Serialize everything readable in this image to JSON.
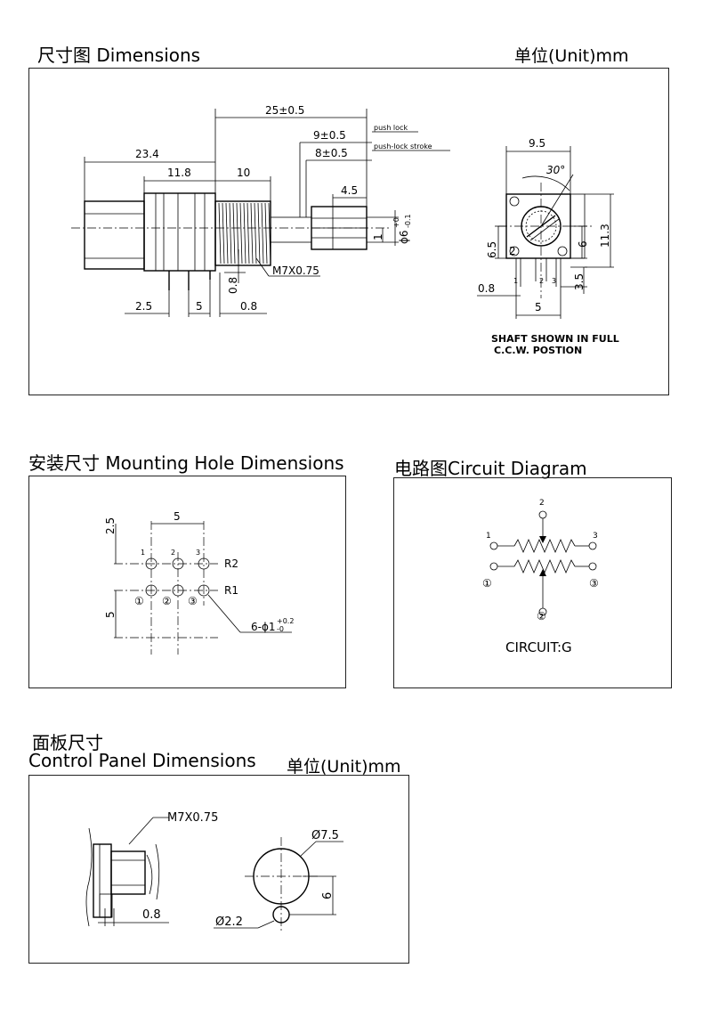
{
  "dimensions": {
    "title": "尺寸图 Dimensions",
    "unit": "单位(Unit)mm",
    "labels": {
      "d25": "25±0.5",
      "push_lock": "push lock",
      "d9": "9±0.5",
      "push_lock_stroke": "push-lock stroke",
      "d8": "8±0.5",
      "d23_4": "23.4",
      "d11_8": "11.8",
      "d10": "10",
      "d4_5": "4.5",
      "d1": "1",
      "shaft_dia": "ϕ6",
      "shaft_tol_upper": "+0",
      "shaft_tol_lower": "-0.1",
      "thread": "M7X0.75",
      "d0_8_vert": "0.8",
      "d2_5": "2.5",
      "d5": "5",
      "d0_8": "0.8"
    },
    "side": {
      "d9_5": "9.5",
      "angle": "30°",
      "d6_5": "6.5",
      "d11_3": "11.3",
      "d6": "6",
      "pin2": "2",
      "pin1": "1",
      "pin2b": "2",
      "pin3": "3",
      "d3_5": "3.5",
      "d0_8": "0.8",
      "d5": "5",
      "note_line1": "SHAFT SHOWN IN FULL",
      "note_line2": "C.C.W. POSTION"
    }
  },
  "mounting": {
    "title": "安装尺寸  Mounting Hole Dimensions",
    "labels": {
      "d5_top": "5",
      "d2_5": "2.5",
      "h1": "1",
      "h2": "2",
      "h3": "3",
      "r2": "R2",
      "r1": "R1",
      "c1": "①",
      "c2": "②",
      "c3": "③",
      "d5_left": "5",
      "holes": "6-ϕ1",
      "hole_tol_upper": "+0.2",
      "hole_tol_lower": "-0"
    }
  },
  "circuit": {
    "title": "电路图Circuit Diagram",
    "labels": {
      "top2": "2",
      "left1": "1",
      "right3": "3",
      "c1": "①",
      "c3": "③",
      "c2": "②",
      "name": "CIRCUIT:G"
    }
  },
  "panel": {
    "title_cn": "面板尺寸",
    "title_en": "Control Panel Dimensions",
    "unit": "单位(Unit)mm",
    "labels": {
      "thread": "M7X0.75",
      "d0_8": "0.8",
      "dia7_5": "Ø7.5",
      "d6": "6",
      "dia2_2": "Ø2.2"
    }
  }
}
